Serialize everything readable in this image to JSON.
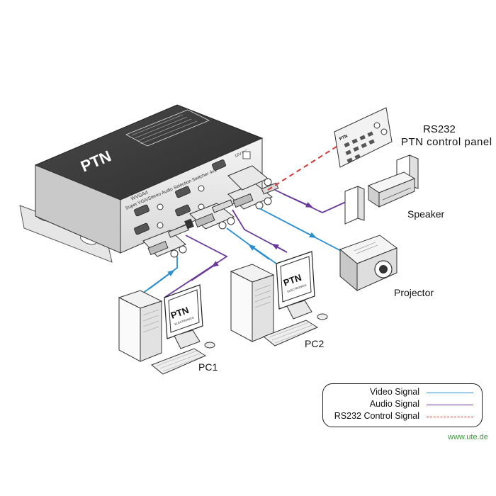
{
  "device": {
    "brand": "PTN",
    "model": "WVGA4",
    "subtitle": "Super VGA/Stereo Audio Selection Switcher 4x1",
    "power": "12V DC"
  },
  "control_panel": {
    "brand": "PTN",
    "label_line1": "RS232",
    "label_line2": "PTN control panel"
  },
  "devices": {
    "speaker": "Speaker",
    "projector": "Projector",
    "pc1": "PC1",
    "pc2": "PC2",
    "monitor_brand": "PTN",
    "monitor_sub": "ELECTRONICS"
  },
  "legend": [
    {
      "label": "Video Signal",
      "color": "#2a8fd0",
      "style": "solid"
    },
    {
      "label": "Audio Signal",
      "color": "#6a3a9a",
      "style": "solid"
    },
    {
      "label": "RS232 Control Signal",
      "color": "#d23a3a",
      "style": "dashed"
    }
  ],
  "watermark": "www.ute.de",
  "colors": {
    "video": "#2a8fd0",
    "audio": "#6a3a9a",
    "rs232": "#d23a3a",
    "device_dark": "#3a3a3a"
  }
}
